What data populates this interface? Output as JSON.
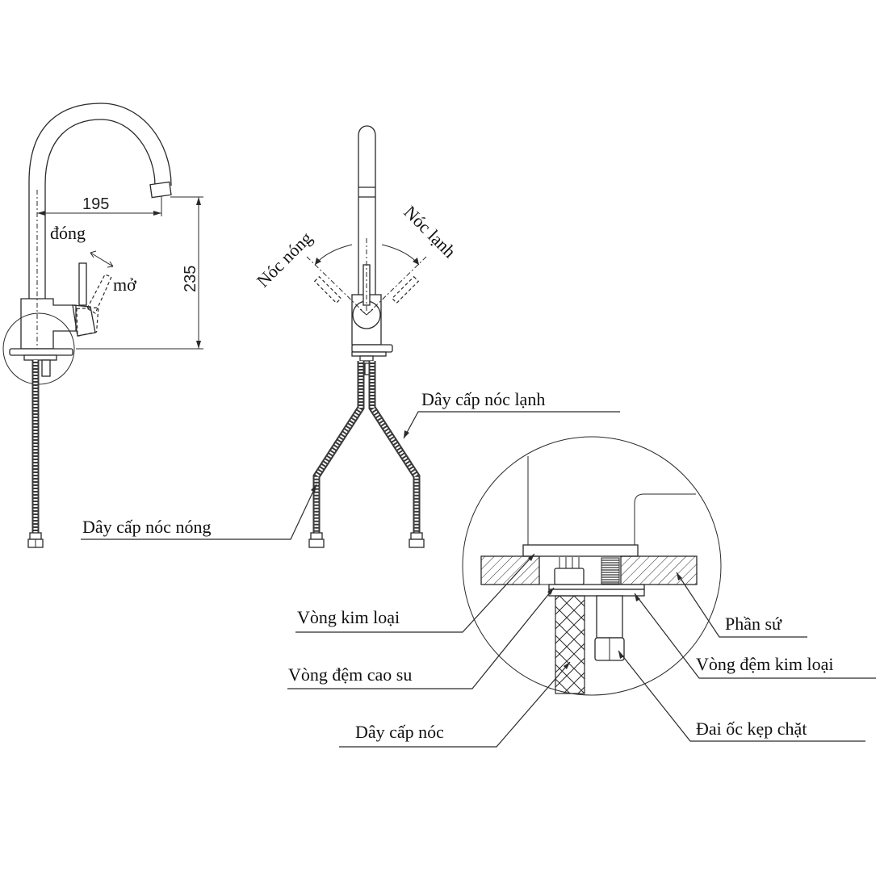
{
  "diagram": {
    "title": "",
    "colors": {
      "line": "#2a2a2a",
      "text": "#111111",
      "background": "#ffffff"
    },
    "side_view": {
      "dimension_width": "195",
      "dimension_height": "235",
      "label_close": "đóng",
      "label_open": "mở"
    },
    "front_view": {
      "label_hot_water": "Nóc nóng",
      "label_cold_water": "Nóc lạnh",
      "label_cold_hose": "Dây cấp nóc lạnh",
      "label_hot_hose": "Dây cấp nóc nóng"
    },
    "detail_view": {
      "labels": {
        "metal_ring": "Vòng kim loại",
        "rubber_gasket": "Vòng đệm cao su",
        "supply_hose": "Dây cấp nóc",
        "ceramic_part": "Phần sứ",
        "metal_washer": "Vòng đệm kim loại",
        "clamp_nut": "Đai ốc kẹp chặt"
      }
    }
  }
}
